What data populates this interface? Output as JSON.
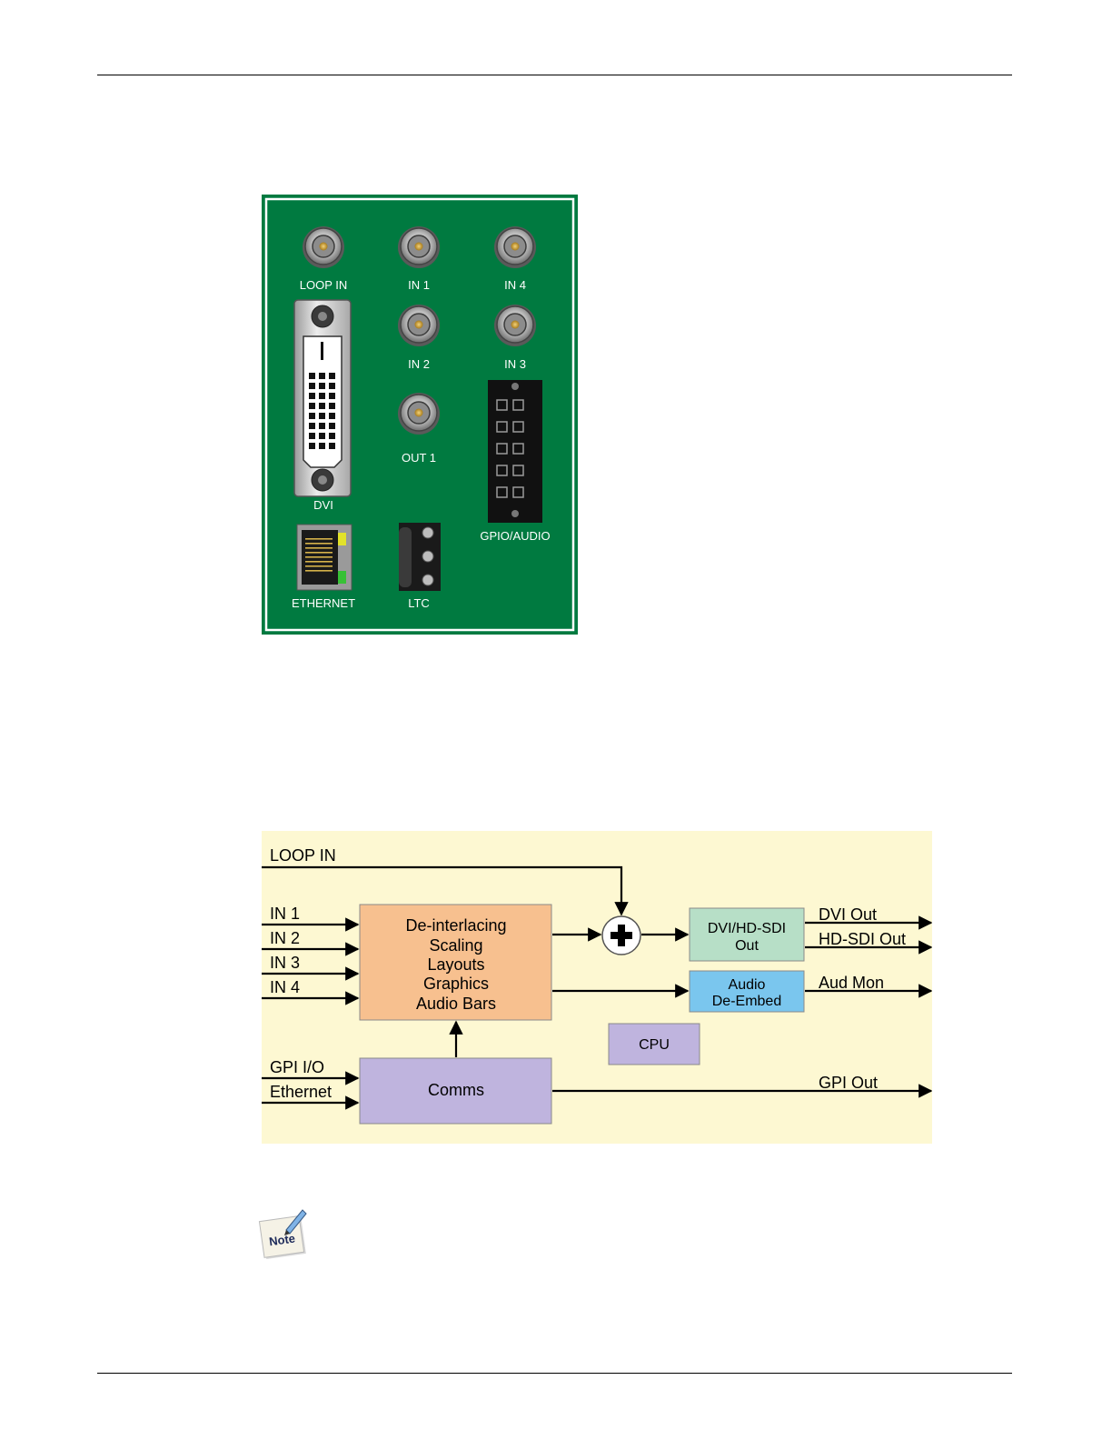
{
  "connector_panel": {
    "colors": {
      "board": "#007a40",
      "border": "#ffffff",
      "label": "#ffffff"
    },
    "labels": {
      "loop_in": "LOOP IN",
      "in1": "IN 1",
      "in4": "IN 4",
      "in2": "IN 2",
      "in3": "IN 3",
      "out1": "OUT 1",
      "dvi": "DVI",
      "gpio_audio": "GPIO/AUDIO",
      "ethernet": "ETHERNET",
      "ltc": "LTC"
    }
  },
  "block_diagram": {
    "colors": {
      "background": "#fdf8d2",
      "processing": "#f7c08f",
      "comms": "#bfb4de",
      "cpu": "#bfb4de",
      "output": "#b7dfc7",
      "audio": "#7ac6ee"
    },
    "inputs": {
      "loop_in": "LOOP IN",
      "in1": "IN 1",
      "in2": "IN 2",
      "in3": "IN 3",
      "in4": "IN 4",
      "gpi_io": "GPI I/O",
      "ethernet": "Ethernet"
    },
    "processing_lines": [
      "De-interlacing",
      "Scaling",
      "Layouts",
      "Graphics",
      "Audio Bars"
    ],
    "comms_label": "Comms",
    "cpu_label": "CPU",
    "output_block_lines": [
      "DVI/HD-SDI",
      "Out"
    ],
    "audio_block_lines": [
      "Audio",
      "De-Embed"
    ],
    "outputs": {
      "dvi_out": "DVI Out",
      "hd_sdi_out": "HD-SDI Out",
      "aud_mon": "Aud Mon",
      "gpi_out": "GPI Out"
    }
  },
  "note": {
    "label": "Note"
  }
}
